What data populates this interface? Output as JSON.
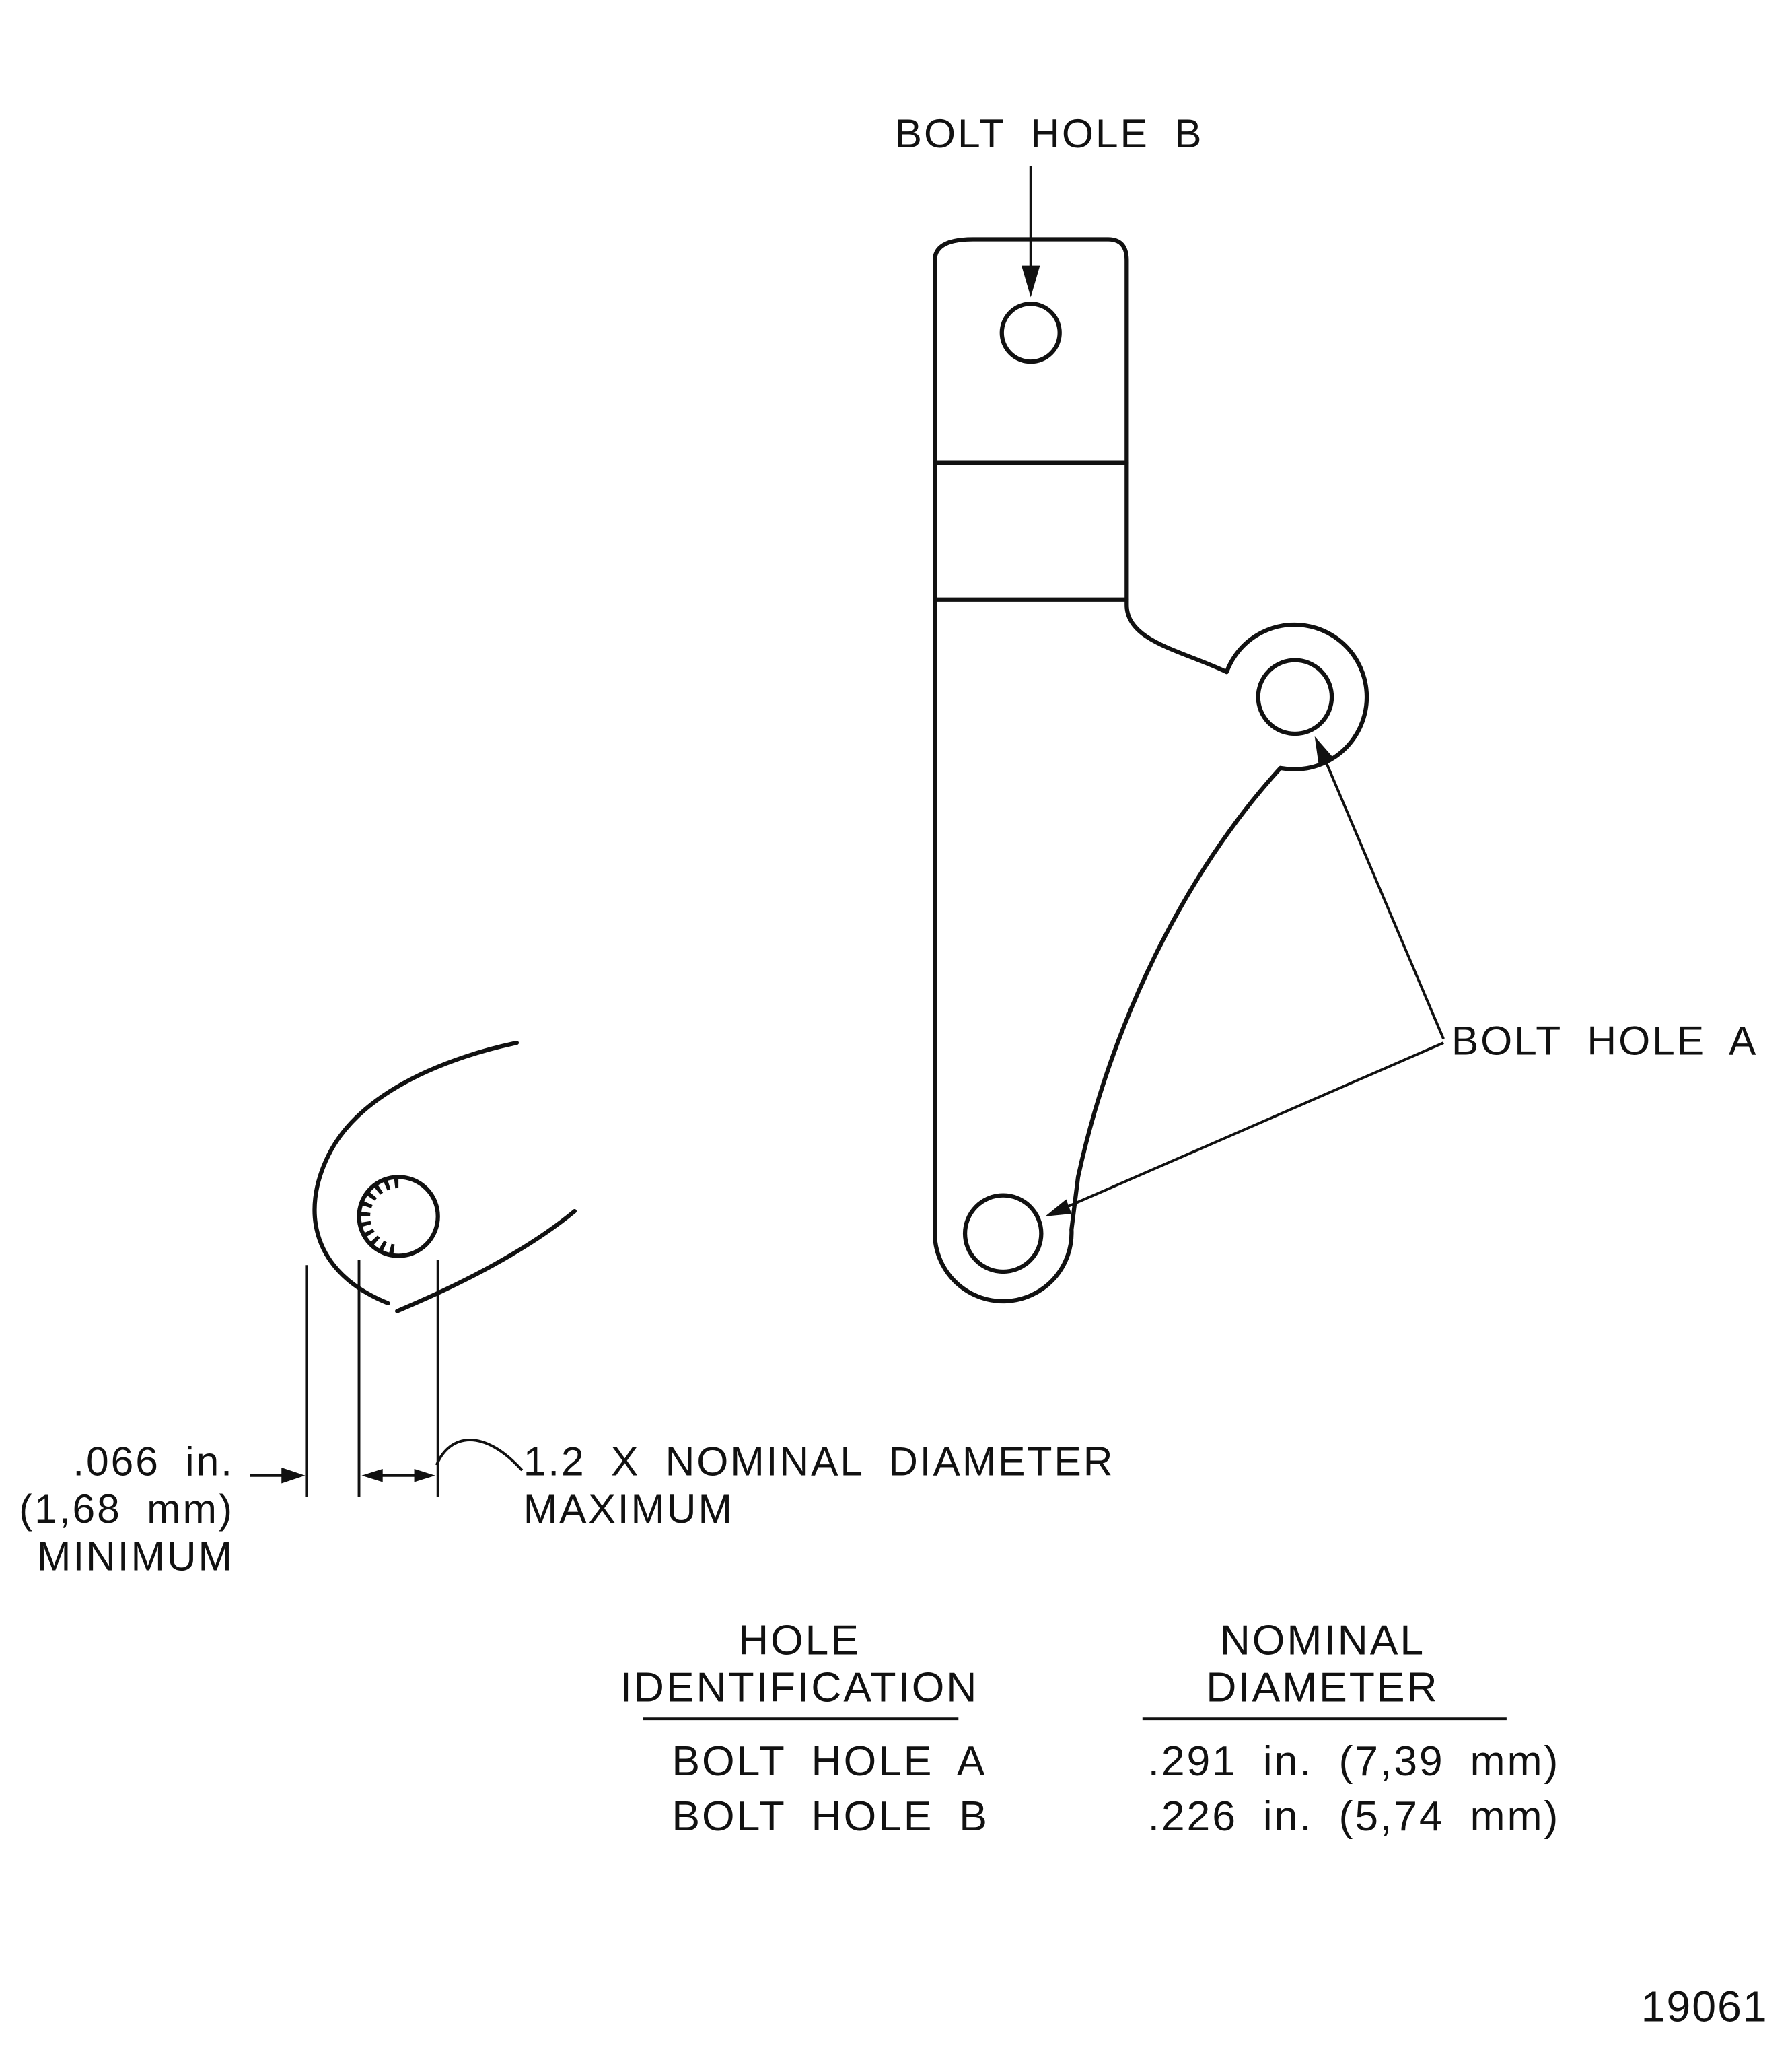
{
  "diagram": {
    "labels": {
      "bolt_hole_b": "BOLT HOLE B",
      "bolt_hole_a": "BOLT HOLE A"
    },
    "detail_dimensions": {
      "min_value": ".066 in.",
      "min_metric": "(1,68 mm)",
      "min_qualifier": "MINIMUM",
      "max_line1": "1.2 X NOMINAL DIAMETER",
      "max_line2": "MAXIMUM"
    },
    "figure_number": "19061"
  },
  "table": {
    "headers": {
      "hole_line1": "HOLE",
      "hole_line2": "IDENTIFICATION",
      "diameter_line1": "NOMINAL",
      "diameter_line2": "DIAMETER"
    },
    "rows": [
      {
        "hole": "BOLT HOLE A",
        "diameter": ".291 in. (7,39 mm)"
      },
      {
        "hole": "BOLT HOLE B",
        "diameter": ".226 in. (5,74 mm)"
      }
    ]
  }
}
